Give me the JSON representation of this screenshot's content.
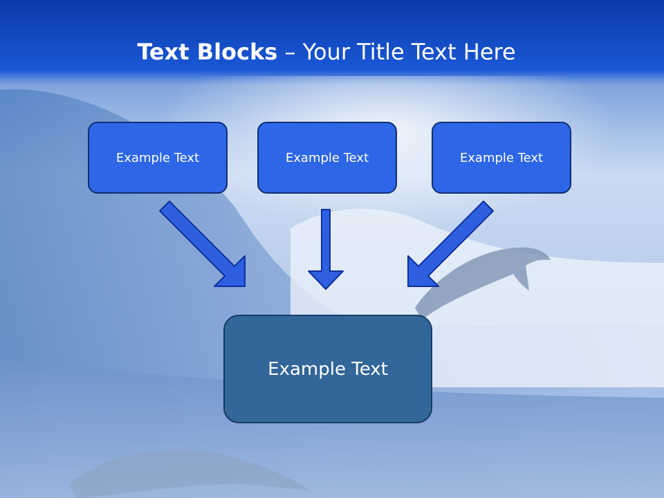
{
  "slide": {
    "title_bold": "Text Blocks",
    "title_dash": " – ",
    "title_rest": "Your Title Text Here"
  },
  "blocks": [
    {
      "label": "Example Text"
    },
    {
      "label": "Example Text"
    },
    {
      "label": "Example Text"
    }
  ],
  "target": {
    "label": "Example Text"
  },
  "colors": {
    "header_blue": "#0d3fb8",
    "block_fill": "#2d66e6",
    "target_fill": "#336699",
    "arrow_fill": "#2d5fe0"
  }
}
